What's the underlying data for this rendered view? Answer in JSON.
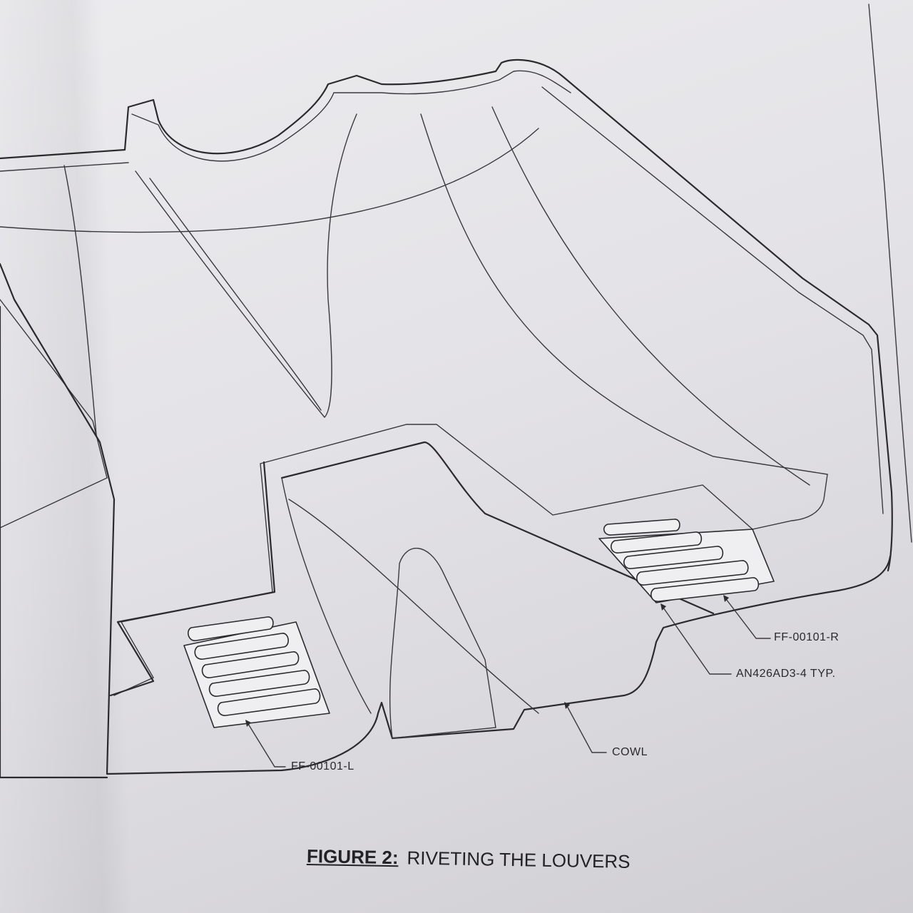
{
  "callouts": {
    "right_louver": "FF-00101-R",
    "rivet": "AN426AD3-4 TYP.",
    "cowl": "COWL",
    "left_louver": "FF-00101-L"
  },
  "caption": {
    "number": "FIGURE 2:",
    "title": "RIVETING THE LOUVERS"
  },
  "colors": {
    "paper": "#e6e5e9",
    "ink": "#2b2b2e"
  }
}
